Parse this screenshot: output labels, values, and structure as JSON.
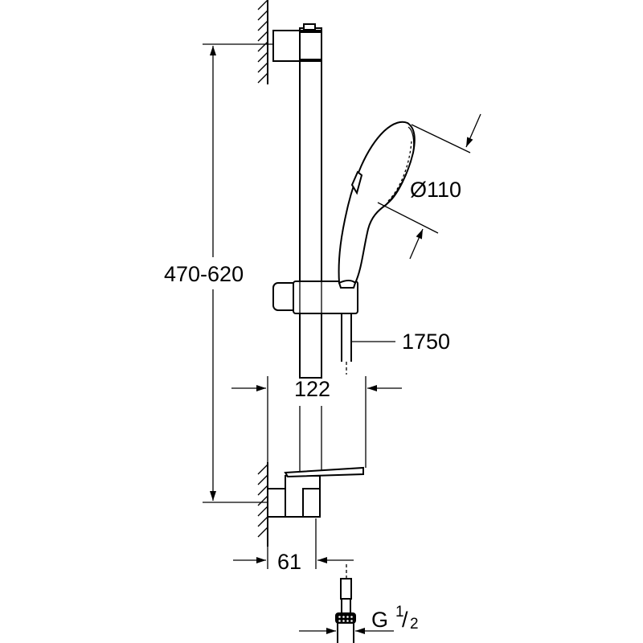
{
  "dimensions": {
    "height_range": "470-620",
    "hand_shower_diameter": "Ø110",
    "hose_length": "1750",
    "slider_projection": "122",
    "wall_projection": "61",
    "thread": {
      "letter": "G",
      "num": "1",
      "den": "2"
    }
  }
}
